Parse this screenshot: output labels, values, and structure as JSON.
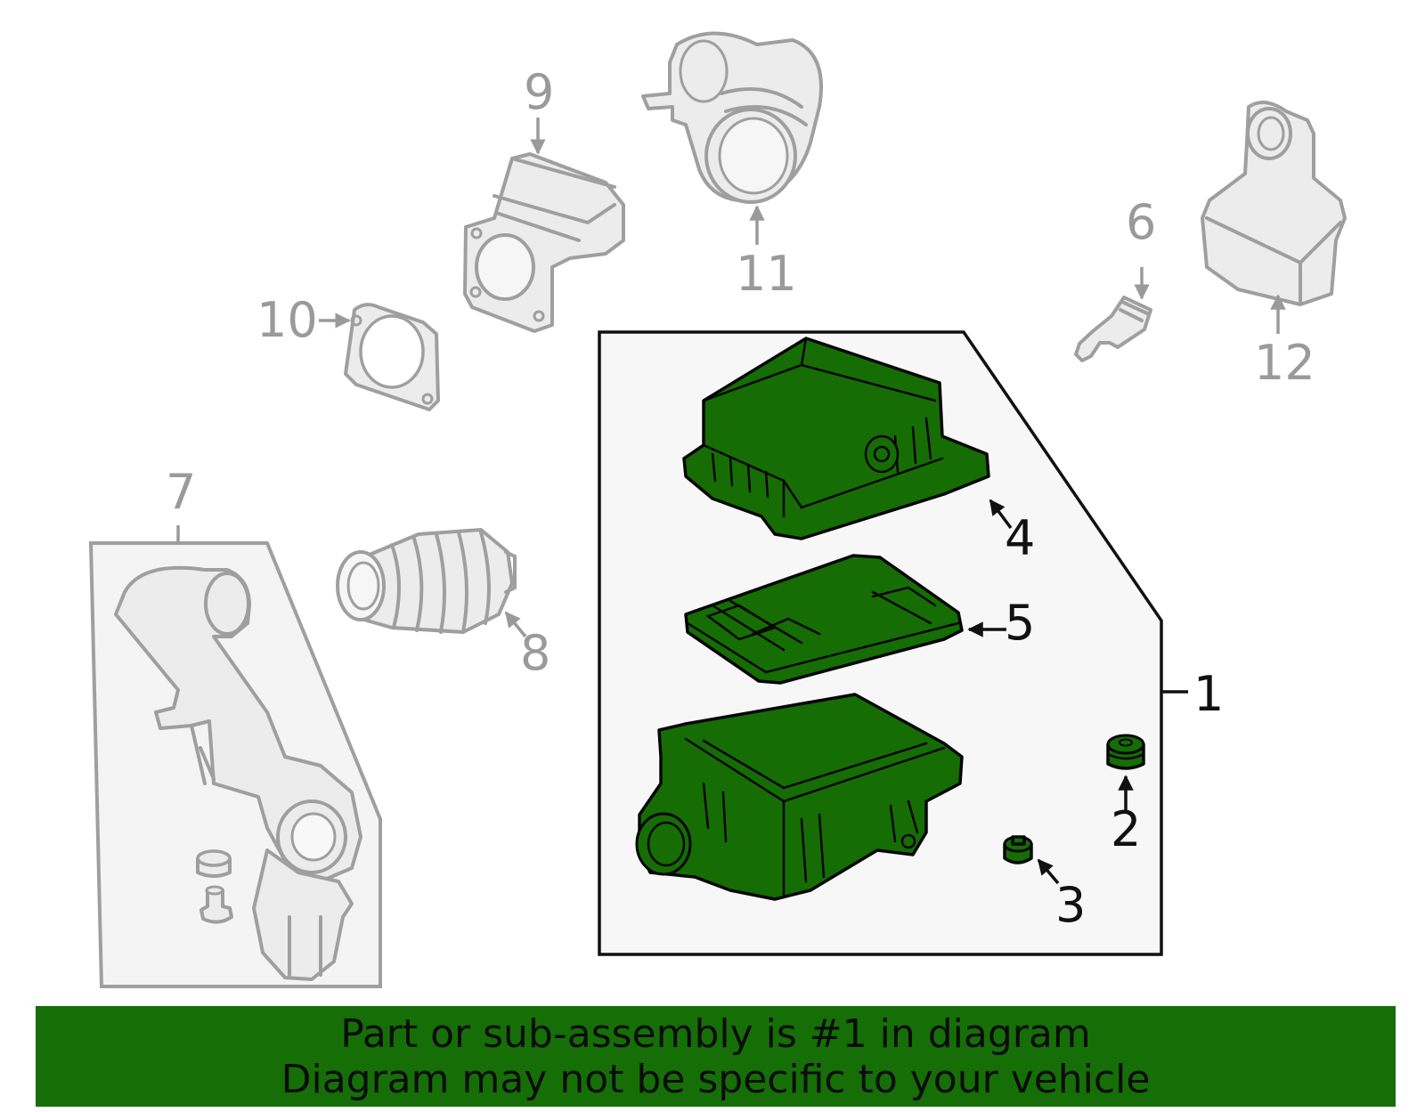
{
  "callouts": {
    "c1": "1",
    "c2": "2",
    "c3": "3",
    "c4": "4",
    "c5": "5",
    "c6": "6",
    "c7": "7",
    "c8": "8",
    "c9": "9",
    "c10": "10",
    "c11": "11",
    "c12": "12"
  },
  "banner": {
    "line1": "Part or sub-assembly is #1 in diagram",
    "line2": "Diagram may not be specific to your vehicle"
  },
  "colors": {
    "highlight": "#156d04",
    "banner": "#156f06",
    "muted_parts": "#9f9f9f",
    "panel": "#f7f7f7"
  }
}
